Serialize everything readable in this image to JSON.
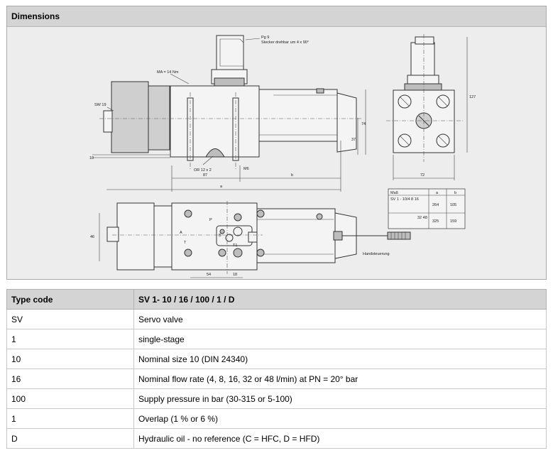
{
  "dimensions_panel": {
    "title": "Dimensions",
    "labels": {
      "pg": "Pg 9",
      "plug": "Stecker drehbar um 4 x 90°",
      "torque": "MA = 14 Nm",
      "sw": "SW 19",
      "or": "OR 12 x 2",
      "m6": "M6",
      "dim_10": "10",
      "dim_37": "37",
      "dim_74": "74",
      "dim_87": "87",
      "dim_b": "b",
      "dim_a": "a",
      "dim_72": "72",
      "dim_127": "127",
      "dim_46": "46",
      "dim_54": "54",
      "dim_18": "18",
      "port_p": "P",
      "port_a": "A",
      "port_b": "B",
      "port_t": "T",
      "port_t1": "T1",
      "hand": "Handsteuerung"
    },
    "size_table": {
      "headers": [
        "Maß",
        "a",
        "b"
      ],
      "rows": [
        {
          "type": "SV 1 - 10/4\n8\n16",
          "a": "264",
          "b": "105"
        },
        {
          "type": "32\n48",
          "a": "325",
          "b": "159"
        }
      ]
    }
  },
  "type_code_table": {
    "headers": [
      "Type code",
      "SV 1- 10 / 16 / 100 / 1 / D"
    ],
    "rows": [
      {
        "code": "SV",
        "description": "Servo valve"
      },
      {
        "code": "1",
        "description": "single-stage"
      },
      {
        "code": "10",
        "description": "Nominal size 10 (DIN 24340)"
      },
      {
        "code": "16",
        "description": "Nominal flow rate (4, 8, 16, 32 or 48 l/min) at PN = 20° bar"
      },
      {
        "code": "100",
        "description": "Supply pressure in bar (30-315 or 5-100)"
      },
      {
        "code": "1",
        "description": "Overlap (1 % or 6 %)"
      },
      {
        "code": "D",
        "description": "Hydraulic oil - no reference (C = HFC, D = HFD)"
      }
    ]
  }
}
